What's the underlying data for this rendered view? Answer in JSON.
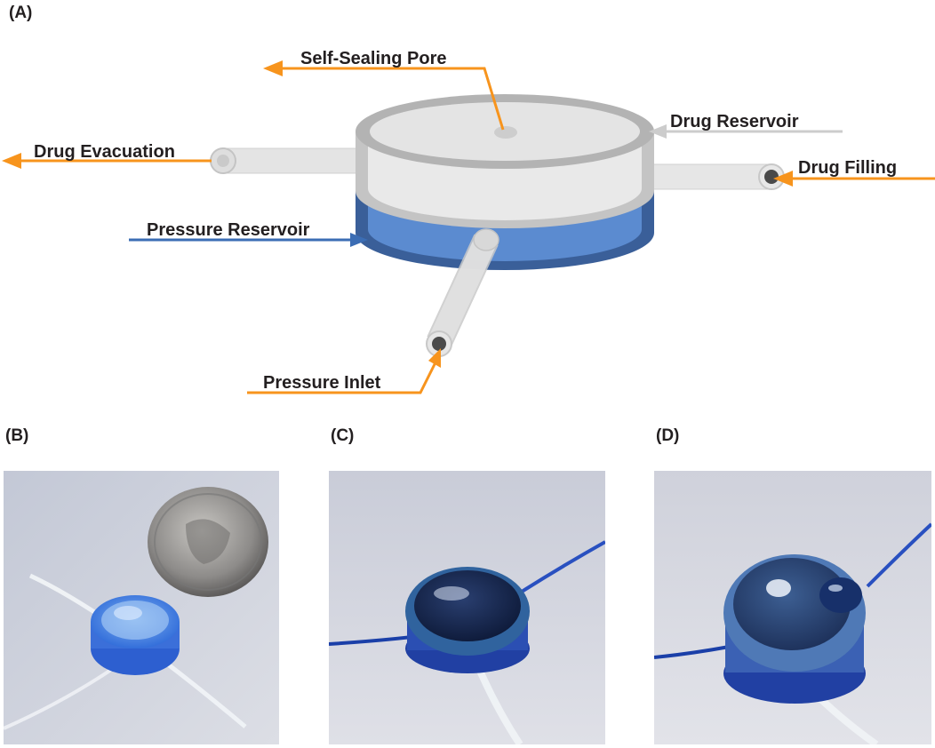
{
  "panels": {
    "a": "(A)",
    "b": "(B)",
    "c": "(C)",
    "d": "(D)"
  },
  "labels": {
    "self_sealing_pore": "Self-Sealing Pore",
    "drug_reservoir": "Drug Reservoir",
    "drug_evacuation": "Drug Evacuation",
    "drug_filling": "Drug Filling",
    "pressure_reservoir": "Pressure Reservoir",
    "pressure_inlet": "Pressure Inlet"
  },
  "colors": {
    "orange_arrow": "#f7941d",
    "blue_arrow": "#3b6db4",
    "gray_arrow": "#c8c8c8",
    "drug_layer": "#d9d9d9",
    "pressure_layer": "#4a78c0",
    "photo_background": "#cfd2dd"
  },
  "photos": [
    {
      "panel": "B",
      "subject": "device with coin"
    },
    {
      "panel": "C",
      "subject": "device filled"
    },
    {
      "panel": "D",
      "subject": "device with droplet"
    }
  ]
}
